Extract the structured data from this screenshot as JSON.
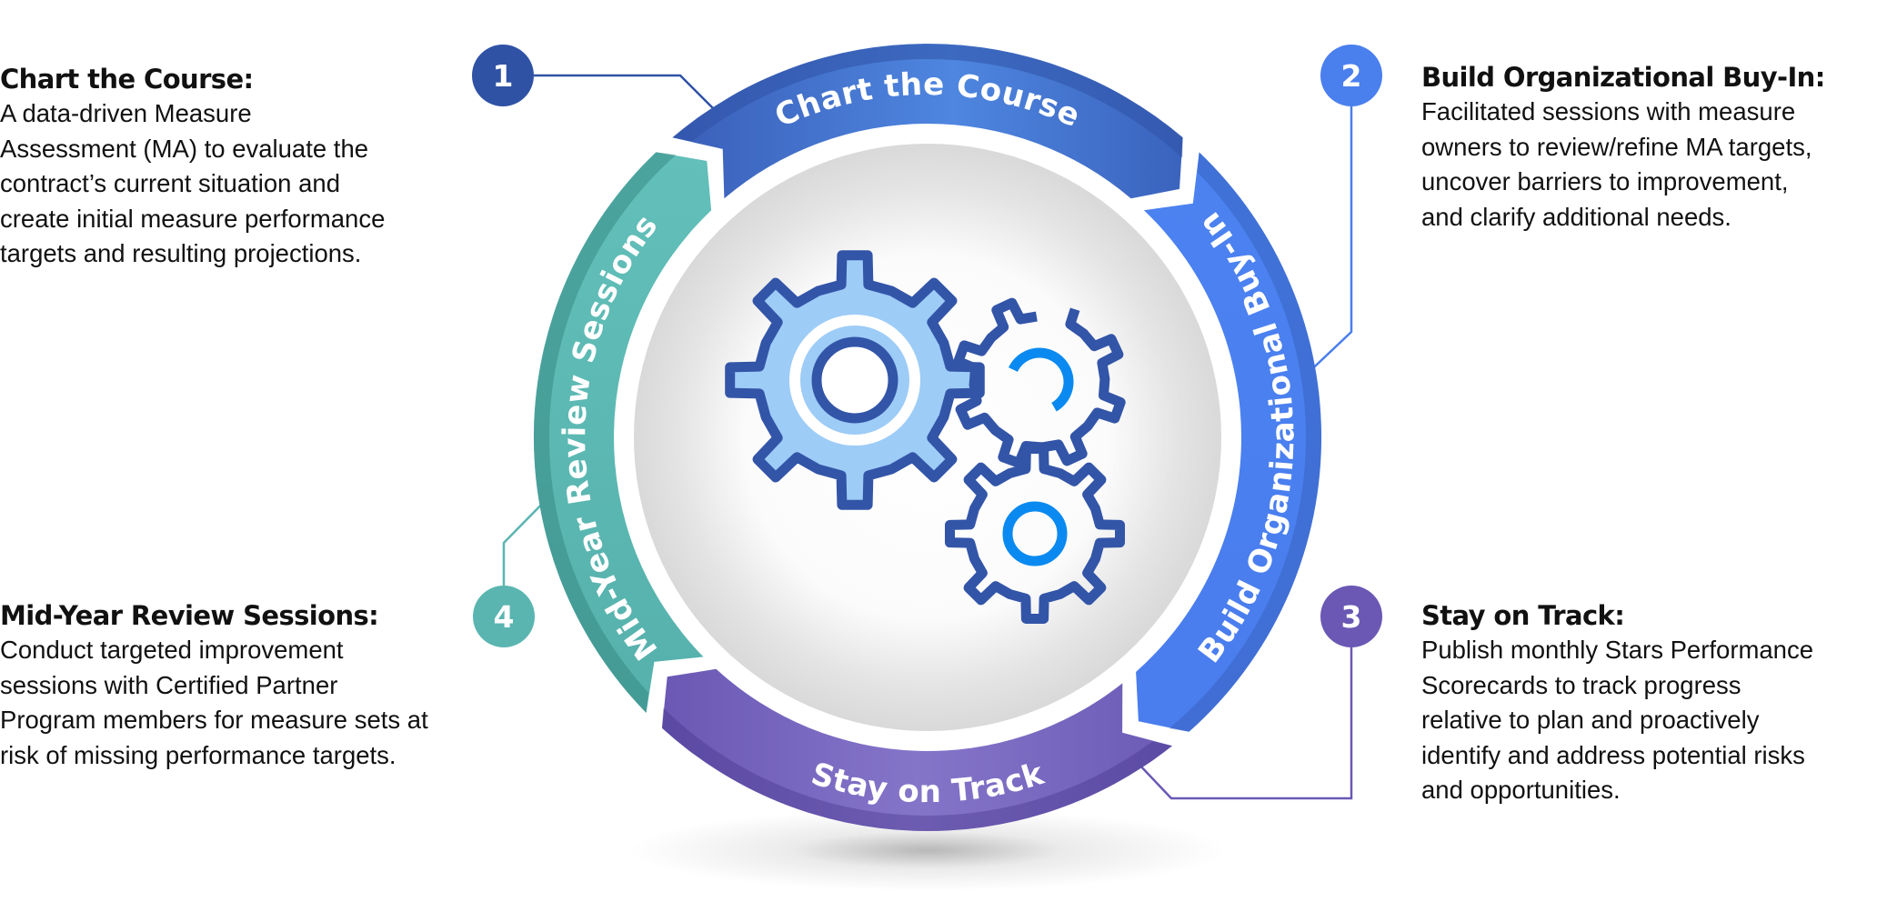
{
  "steps": [
    {
      "number": "1",
      "ring_label": "Chart the Course",
      "title": "Chart the Course:",
      "lines": [
        "A data-driven Measure",
        "Assessment (MA) to evaluate the",
        "contract’s current situation and",
        "create initial measure performance",
        "targets and resulting projections."
      ],
      "color": "#2f52a5"
    },
    {
      "number": "2",
      "ring_label": "Build Organizational Buy-In",
      "title": "Build Organizational Buy-In:",
      "lines": [
        "Facilitated sessions with measure",
        "owners to review/refine MA targets,",
        "uncover barriers to improvement,",
        "and clarify additional needs."
      ],
      "color": "#4a7fee"
    },
    {
      "number": "3",
      "ring_label": "Stay on Track",
      "title": "Stay on Track:",
      "lines": [
        "Publish monthly Stars Performance",
        "Scorecards to track progress",
        "relative to plan and proactively",
        "identify and address potential risks",
        "and opportunities."
      ],
      "color": "#6a58b4"
    },
    {
      "number": "4",
      "ring_label": "Mid-Year Review Sessions",
      "title": "Mid-Year Review Sessions:",
      "lines": [
        "Conduct targeted improvement",
        "sessions with Certified Partner",
        "Program members for measure sets at",
        "risk of missing performance targets."
      ],
      "color": "#5ab5b0"
    }
  ],
  "center_icon": "gears-icon",
  "colors": {
    "gear_stroke": "#3355a8",
    "gear_fill": "#9dccf7",
    "gear_accent": "#0a8af0",
    "disc": "#d9d9d9"
  }
}
